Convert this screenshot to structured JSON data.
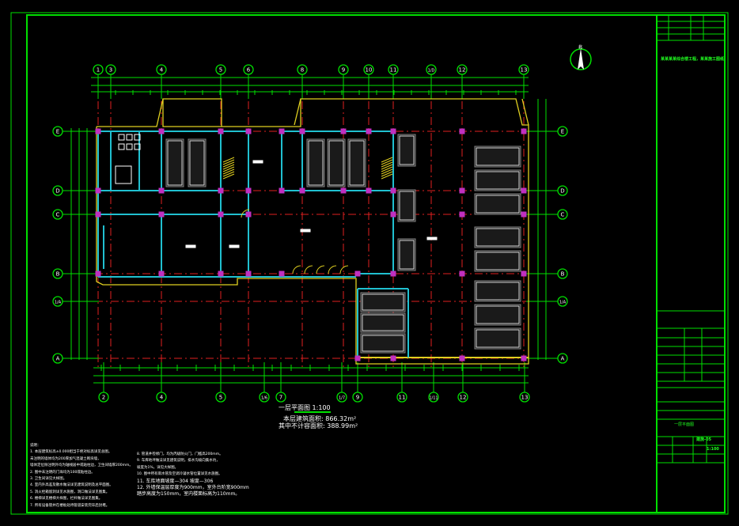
{
  "drawing": {
    "title": "一层平面图 1:100",
    "area_total": "本层建筑面积: 866.32m²",
    "area_excluded": "其中不计容面积: 388.99m²",
    "north_label": "北"
  },
  "axes": {
    "top": [
      "1",
      "3",
      "4",
      "5",
      "6",
      "8",
      "9",
      "10",
      "11",
      "1/D",
      "12",
      "13"
    ],
    "bottom": [
      "2",
      "4",
      "5",
      "1/6",
      "7",
      "1/7",
      "9",
      "11",
      "1/11",
      "12",
      "13"
    ],
    "rows": [
      "E",
      "D",
      "C",
      "B",
      "1/A",
      "A"
    ]
  },
  "title_block": {
    "project": "某某某某综合楼工程，某某施工图纸",
    "drawing_name": "一层平面图",
    "scale": "1:100",
    "sheet_code": "建施-05"
  },
  "notes": {
    "heading": "说明：",
    "left": [
      "1. 本层建筑标高±0.000相当于绝对标高详见总图。",
      "   未注明的墙体均为200厚加气混凝土砌块墙，",
      "   墙体定位除注明外均为轴线居中或贴柱边，卫生间墙厚200mm。",
      "2. 图中未注明的门垛均为100或贴柱边。",
      "3. 卫生间详见大样图。",
      "4. 室内外高差及散水做法详见建筑说明及总平面图。",
      "5. 消火栓箱留洞详见水施图，洞口做法详见图集。",
      "6. 楼梯详见楼梯大样图，栏杆做法详见图集。",
      "7. 所有设备管井在楼板处待管道安装完毕后封堵。"
    ],
    "right": [
      "8. 管道井检修门，均为丙级防火门，门槛高200mm。",
      "9. 车库地坪做法详见建筑说明，排水沟坡向集水坑，",
      "   坡度为1%，详见大样图。",
      "10. 图中所有雨水管及空调冷凝水管位置详见水施图。",
      "11. 车库地面坡度—304 坡度—306",
      "12. 外墙保温层厚度为900mm，室外台阶宽900mm",
      "    踏步高度为150mm，室内楼面标高为110mm。"
    ]
  }
}
